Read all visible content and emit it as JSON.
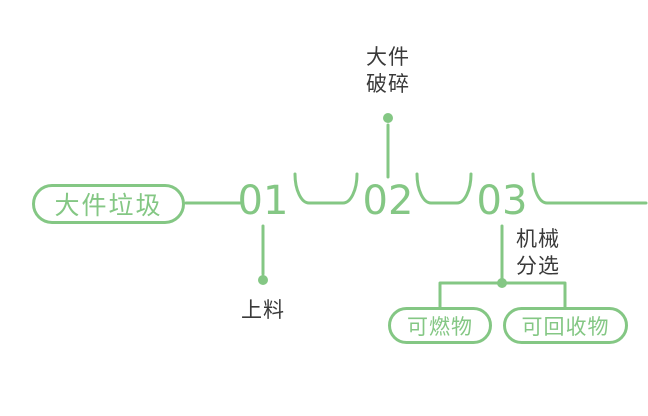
{
  "colors": {
    "green": "#84C784",
    "text": "#3A3A3A"
  },
  "flow": {
    "source": {
      "label": "大件垃圾"
    },
    "steps": [
      {
        "number": "01",
        "label": "上料"
      },
      {
        "number": "02",
        "label_line1": "大件",
        "label_line2": "破碎"
      },
      {
        "number": "03",
        "label_line1": "机械",
        "label_line2": "分选"
      }
    ],
    "outputs": [
      {
        "label": "可燃物"
      },
      {
        "label": "可回收物"
      }
    ]
  }
}
